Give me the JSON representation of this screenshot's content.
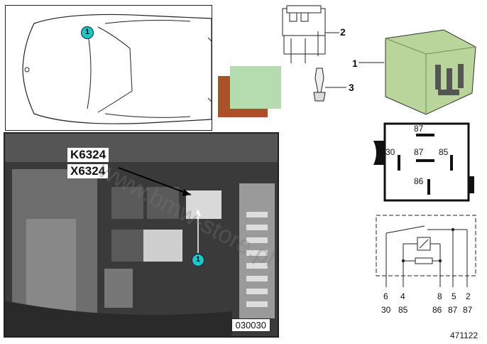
{
  "car_diagram": {
    "callout": "1"
  },
  "photo": {
    "labels": [
      "K6324",
      "X6324"
    ],
    "callout": "1",
    "code": "030030"
  },
  "parts": [
    {
      "number": "1"
    },
    {
      "number": "2"
    },
    {
      "number": "3"
    }
  ],
  "colors": {
    "relay_body": "#b9d59b",
    "swatch_green": "#b5dcae",
    "swatch_brown": "#a8522a",
    "callout": "#20c6c6"
  },
  "relay_pinout": {
    "pins": [
      "87",
      "30",
      "87",
      "85",
      "86"
    ]
  },
  "schematic": {
    "terminal_numbers": [
      "6",
      "4",
      "8",
      "5",
      "2"
    ],
    "terminal_names": [
      "30",
      "85",
      "86",
      "87",
      "87"
    ]
  },
  "watermark": "www.bmw-store.pl",
  "figure_code": "471122"
}
